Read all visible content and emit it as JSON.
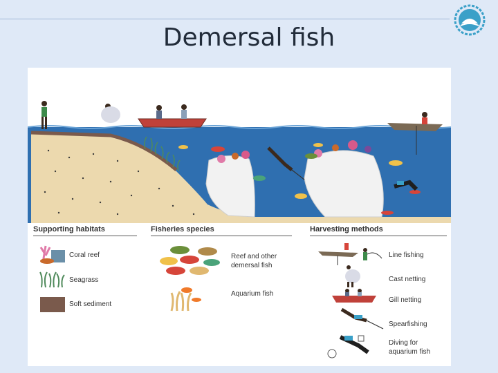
{
  "slide": {
    "title": "Demersal fish"
  },
  "legend": {
    "supporting_habitats": {
      "title": "Supporting habitats",
      "items": [
        {
          "label": "Coral reef",
          "icon": "coral-reef-icon"
        },
        {
          "label": "Seagrass",
          "icon": "seagrass-icon"
        },
        {
          "label": "Soft sediment",
          "icon": "soft-sediment-swatch",
          "color": "#7a5a4c"
        }
      ]
    },
    "fisheries_species": {
      "title": "Fisheries species",
      "items": [
        {
          "label_line1": "Reef  and other",
          "label_line2": "demersal fish",
          "icon": "reef-fish-icon"
        },
        {
          "label_line1": "Aquarium fish",
          "icon": "aquarium-fish-icon"
        }
      ]
    },
    "harvesting_methods": {
      "title": "Harvesting methods",
      "items": [
        {
          "label_line1": "Line fishing",
          "icon": "line-fishing-icon"
        },
        {
          "label_line1": "Cast netting",
          "icon": "cast-netting-icon"
        },
        {
          "label_line1": "Gill netting",
          "icon": "gill-netting-icon"
        },
        {
          "label_line1": "Spearfishing",
          "icon": "spearfishing-icon"
        },
        {
          "label_line1": "Diving for",
          "label_line2": "aquarium fish",
          "icon": "diving-icon"
        }
      ]
    }
  },
  "colors": {
    "background": "#dfe9f7",
    "ocean": "#2f6fb0",
    "sand": "#ecd9ae",
    "sediment": "#7a5a4c",
    "reef": "#f2f2f2"
  }
}
